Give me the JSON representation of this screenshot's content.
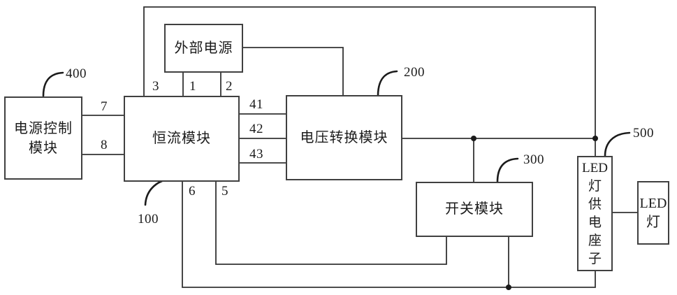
{
  "figure": {
    "type": "block-diagram",
    "background": "#ffffff",
    "wire_color": "#333333",
    "nodes": {
      "power_control": {
        "label": "电源控制模块",
        "lines": [
          "电源控制",
          "模块"
        ],
        "ref": "400"
      },
      "external_power": {
        "label": "外部电源"
      },
      "constant_current": {
        "label": "恒流模块",
        "ref": "100"
      },
      "voltage_conversion": {
        "label": "电压转换模块",
        "ref": "200"
      },
      "switch_module": {
        "label": "开关模块",
        "ref": "300"
      },
      "led_socket": {
        "label": "LED灯供电座子",
        "lines": [
          "LED",
          "灯",
          "供",
          "电",
          "座",
          "子"
        ],
        "ref": "500"
      },
      "led_lamp": {
        "label": "LED灯",
        "lines": [
          "LED",
          "灯"
        ]
      }
    },
    "pins": {
      "p1": "1",
      "p2": "2",
      "p3": "3",
      "p5": "5",
      "p6": "6",
      "p7": "7",
      "p8": "8",
      "p41": "41",
      "p42": "42",
      "p43": "43"
    },
    "edges": [
      {
        "from": "power_control",
        "to": "constant_current",
        "label": "7"
      },
      {
        "from": "power_control",
        "to": "constant_current",
        "label": "8"
      },
      {
        "from": "external_power",
        "to": "constant_current",
        "label": "1"
      },
      {
        "from": "external_power",
        "to": "constant_current",
        "label": "2"
      },
      {
        "from": "constant_current",
        "to": "led_socket",
        "label": "3",
        "route": "top bus"
      },
      {
        "from": "external_power",
        "to": "voltage_conversion",
        "label": ""
      },
      {
        "from": "constant_current",
        "to": "voltage_conversion",
        "label": "41"
      },
      {
        "from": "constant_current",
        "to": "voltage_conversion",
        "label": "42"
      },
      {
        "from": "constant_current",
        "to": "voltage_conversion",
        "label": "43"
      },
      {
        "from": "voltage_conversion",
        "to": "switch_module",
        "label": "",
        "route": "right bus junction"
      },
      {
        "from": "voltage_conversion",
        "to": "led_socket",
        "label": "",
        "route": "right bus"
      },
      {
        "from": "constant_current",
        "to": "switch_module",
        "label": "5"
      },
      {
        "from": "constant_current",
        "to": "led_socket",
        "label": "6",
        "route": "bottom bus"
      },
      {
        "from": "switch_module",
        "to": "led_socket",
        "label": "",
        "route": "bottom bus junction"
      },
      {
        "from": "led_socket",
        "to": "led_lamp",
        "label": ""
      }
    ]
  }
}
